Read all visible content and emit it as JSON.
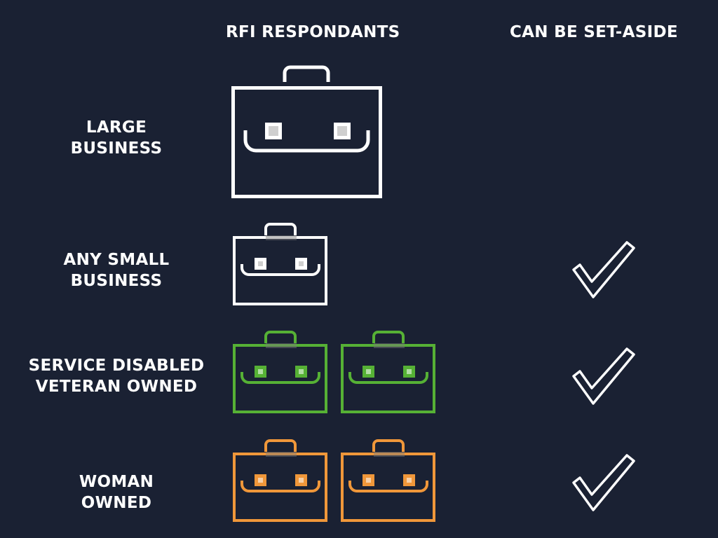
{
  "headers": {
    "respondants": "RFI RESPONDANTS",
    "set_aside": "CAN BE SET-ASIDE"
  },
  "rows": [
    {
      "label_line1": "LARGE",
      "label_line2": "BUSINESS",
      "briefcase_count": 1,
      "briefcase_color": "#ffffff",
      "can_be_set_aside": false
    },
    {
      "label_line1": "ANY SMALL",
      "label_line2": "BUSINESS",
      "briefcase_count": 1,
      "briefcase_color": "#ffffff",
      "can_be_set_aside": true
    },
    {
      "label_line1": "SERVICE DISABLED",
      "label_line2": "VETERAN OWNED",
      "briefcase_count": 2,
      "briefcase_color": "#56b135",
      "can_be_set_aside": true
    },
    {
      "label_line1": "WOMAN",
      "label_line2": "OWNED",
      "briefcase_count": 2,
      "briefcase_color": "#f0973a",
      "can_be_set_aside": true
    }
  ],
  "icons": {
    "briefcase": "briefcase-icon",
    "check": "checkmark-icon"
  },
  "colors": {
    "background": "#1a2133",
    "text": "#ffffff",
    "check": "#ffffff"
  }
}
